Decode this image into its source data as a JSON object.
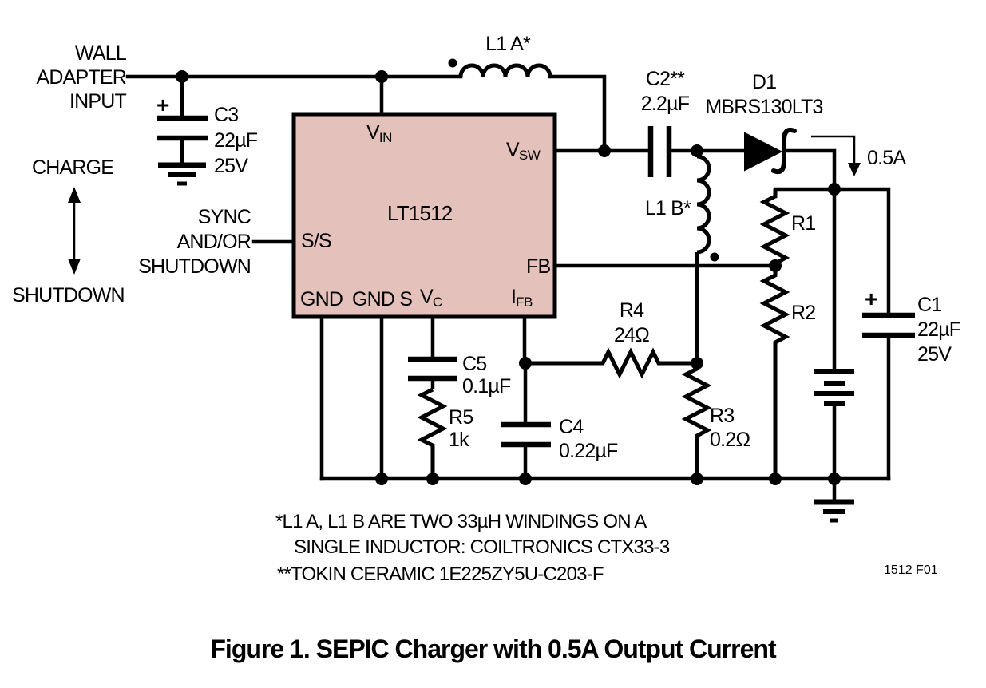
{
  "figure": {
    "caption": "Figure 1. SEPIC Charger with 0.5A Output Current",
    "code": "1512 F01"
  },
  "labels": {
    "wall_adapter": [
      "WALL",
      "ADAPTER",
      "INPUT"
    ],
    "charge": "CHARGE",
    "shutdown_mode": "SHUTDOWN",
    "sync": [
      "SYNC",
      "AND/OR",
      "SHUTDOWN"
    ],
    "output_current": "0.5A",
    "plus": "+"
  },
  "chip": {
    "name": "LT1512",
    "pins": {
      "vin": {
        "main": "V",
        "sub": "IN"
      },
      "vsw": {
        "main": "V",
        "sub": "SW"
      },
      "ss": "S/S",
      "fb": "FB",
      "gnd1": "GND",
      "gnd2": "GND S",
      "vc": {
        "main": "V",
        "sub": "C"
      },
      "ifb": {
        "main": "I",
        "sub": "FB"
      }
    }
  },
  "components": {
    "c3": {
      "ref": "C3",
      "value": "22µF",
      "voltage": "25V"
    },
    "l1a": {
      "ref": "L1 A*"
    },
    "l1b": {
      "ref": "L1 B*"
    },
    "c2": {
      "ref": "C2**",
      "value": "2.2µF"
    },
    "d1": {
      "ref": "D1",
      "part": "MBRS130LT3"
    },
    "r1": {
      "ref": "R1"
    },
    "r2": {
      "ref": "R2"
    },
    "c1": {
      "ref": "C1",
      "value": "22µF",
      "voltage": "25V"
    },
    "r4": {
      "ref": "R4",
      "value": "24Ω"
    },
    "r3": {
      "ref": "R3",
      "value": "0.2Ω"
    },
    "c4": {
      "ref": "C4",
      "value": "0.22µF"
    },
    "c5": {
      "ref": "C5",
      "value": "0.1µF"
    },
    "r5": {
      "ref": "R5",
      "value": "1k"
    }
  },
  "notes": [
    "*L1 A, L1 B ARE TWO 33µH WINDINGS ON A",
    "SINGLE INDUCTOR: COILTRONICS CTX33-3",
    "**TOKIN CERAMIC 1E225ZY5U-C203-F"
  ],
  "colors": {
    "chip_fill": "#e4c2bb",
    "line": "#000000",
    "background": "#ffffff"
  }
}
